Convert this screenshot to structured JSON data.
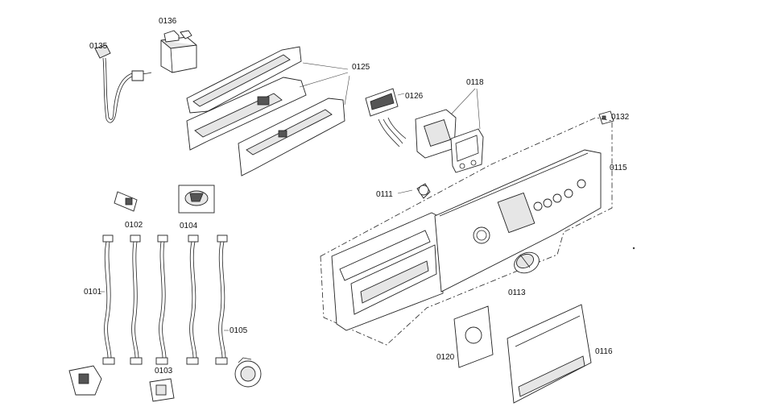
{
  "labels": {
    "p0135": "0135",
    "p0136": "0136",
    "p0125": "0125",
    "p0126": "0126",
    "p0118": "0118",
    "p0132": "0132",
    "p0115": "0115",
    "p0111": "0111",
    "p0102": "0102",
    "p0104": "0104",
    "p0101": "0101",
    "p0105": "0105",
    "p0103": "0103",
    "p0113": "0113",
    "p0120": "0120",
    "p0116": "0116"
  }
}
